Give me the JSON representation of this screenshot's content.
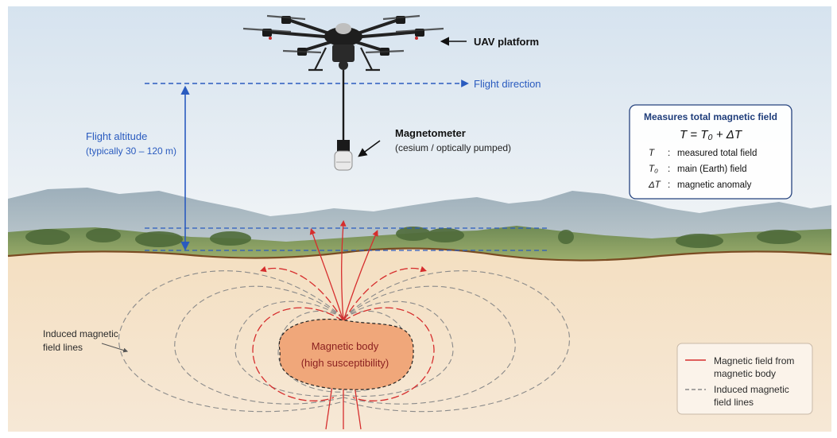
{
  "labels": {
    "uav_platform": "UAV platform",
    "flight_direction": "Flight direction",
    "flight_altitude": "Flight altitude",
    "flight_altitude_range": "(typically 30 – 120 m)",
    "magnetometer": "Magnetometer",
    "magnetometer_type": "(cesium / optically pumped)",
    "induced_field_line1": "Induced magnetic",
    "induced_field_line2": "field lines",
    "magnetic_body_line1": "Magnetic body",
    "magnetic_body_line2": "(high susceptibility)"
  },
  "formula_panel": {
    "title": "Measures total magnetic field",
    "equation": "T = T₀ + ΔT",
    "rows": [
      {
        "symbol": "T",
        "sep": ":",
        "desc": "measured total field"
      },
      {
        "symbol": "T₀",
        "sep": ":",
        "desc": "main (Earth) field"
      },
      {
        "symbol": "ΔT",
        "sep": ":",
        "desc": "magnetic anomaly"
      }
    ]
  },
  "legend": {
    "items": [
      {
        "line1": "Magnetic field from",
        "line2": "magnetic body",
        "color": "#d62d2d",
        "style": "solid"
      },
      {
        "line1": "Induced magnetic",
        "line2": "field lines",
        "color": "#8a8a8a",
        "style": "dashed"
      }
    ]
  },
  "colors": {
    "flight_blue": "#2a5bbf",
    "field_red": "#d62d2d",
    "induced_gray": "#8a8a8a",
    "body_fill": "#f0a77a",
    "ground_fill": "#f2dfc4",
    "sky_top": "#d8e6f2"
  },
  "icons": {
    "uav": "hexacopter-drone-icon",
    "sensor": "magnetometer-sensor-icon"
  }
}
